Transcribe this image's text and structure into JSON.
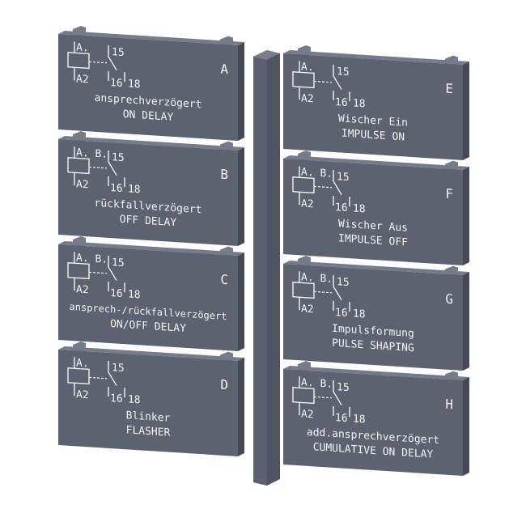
{
  "plates": [
    {
      "letter": "A",
      "contacts": "A.",
      "top": "15",
      "coil": "A2",
      "c16": "16",
      "c18": "18",
      "de": "ansprechverzögert",
      "en": "ON DELAY"
    },
    {
      "letter": "B",
      "contacts": "A. B.",
      "top": "15",
      "coil": "A2",
      "c16": "16",
      "c18": "18",
      "de": "rückfallverzögert",
      "en": "OFF DELAY"
    },
    {
      "letter": "C",
      "contacts": "A. B.",
      "top": "15",
      "coil": "A2",
      "c16": "16",
      "c18": "18",
      "de": "ansprech-/rückfallverzögert",
      "en": "ON/OFF DELAY"
    },
    {
      "letter": "D",
      "contacts": "A.",
      "top": "15",
      "coil": "A2",
      "c16": "16",
      "c18": "18",
      "de": "Blinker",
      "en": "FLASHER"
    },
    {
      "letter": "E",
      "contacts": "A.",
      "top": "15",
      "coil": "A2",
      "c16": "16",
      "c18": "18",
      "de": "Wischer Ein",
      "en": "IMPULSE ON"
    },
    {
      "letter": "F",
      "contacts": "A. B.",
      "top": "15",
      "coil": "A2",
      "c16": "16",
      "c18": "18",
      "de": "Wischer Aus",
      "en": "IMPULSE OFF"
    },
    {
      "letter": "G",
      "contacts": "A. B.",
      "top": "15",
      "coil": "A2",
      "c16": "16",
      "c18": "18",
      "de": "Impulsformung",
      "en": "PULSE SHAPING"
    },
    {
      "letter": "H",
      "contacts": "A. B.",
      "top": "15",
      "coil": "A2",
      "c16": "16",
      "c18": "18",
      "de": "add.ansprechverzögert",
      "en": "CUMULATIVE ON DELAY"
    }
  ],
  "colors": {
    "plate": "#5d6271",
    "plate_edge": "#454956",
    "plate_top": "#767b8a",
    "text": "#f2f3f5",
    "background": "#ffffff"
  }
}
